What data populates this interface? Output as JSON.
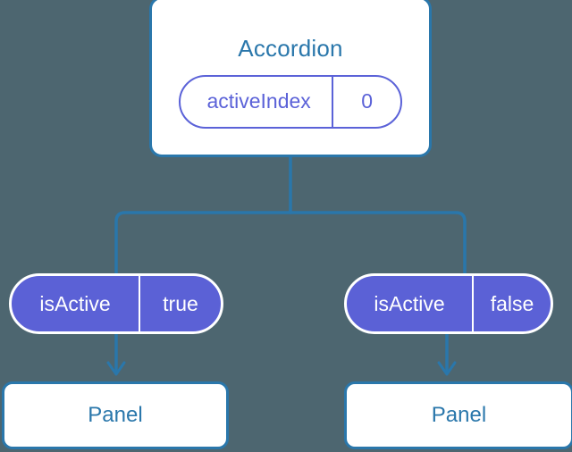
{
  "diagram": {
    "type": "component-tree",
    "background_color": "#4d6670",
    "colors": {
      "card_border": "#2a77ab",
      "card_fill": "#ffffff",
      "heading_text": "#2a77ab",
      "prop_pill_outline": "#5b62d8",
      "prop_pill_filled": "#5b61d6",
      "prop_pill_filled_text": "#ffffff",
      "connector": "#2a77ab"
    },
    "root": {
      "title": "Accordion",
      "prop": {
        "key": "activeIndex",
        "value": "0"
      }
    },
    "children": [
      {
        "prop": {
          "key": "isActive",
          "value": "true"
        },
        "component": {
          "title": "Panel"
        }
      },
      {
        "prop": {
          "key": "isActive",
          "value": "false"
        },
        "component": {
          "title": "Panel"
        }
      }
    ]
  }
}
